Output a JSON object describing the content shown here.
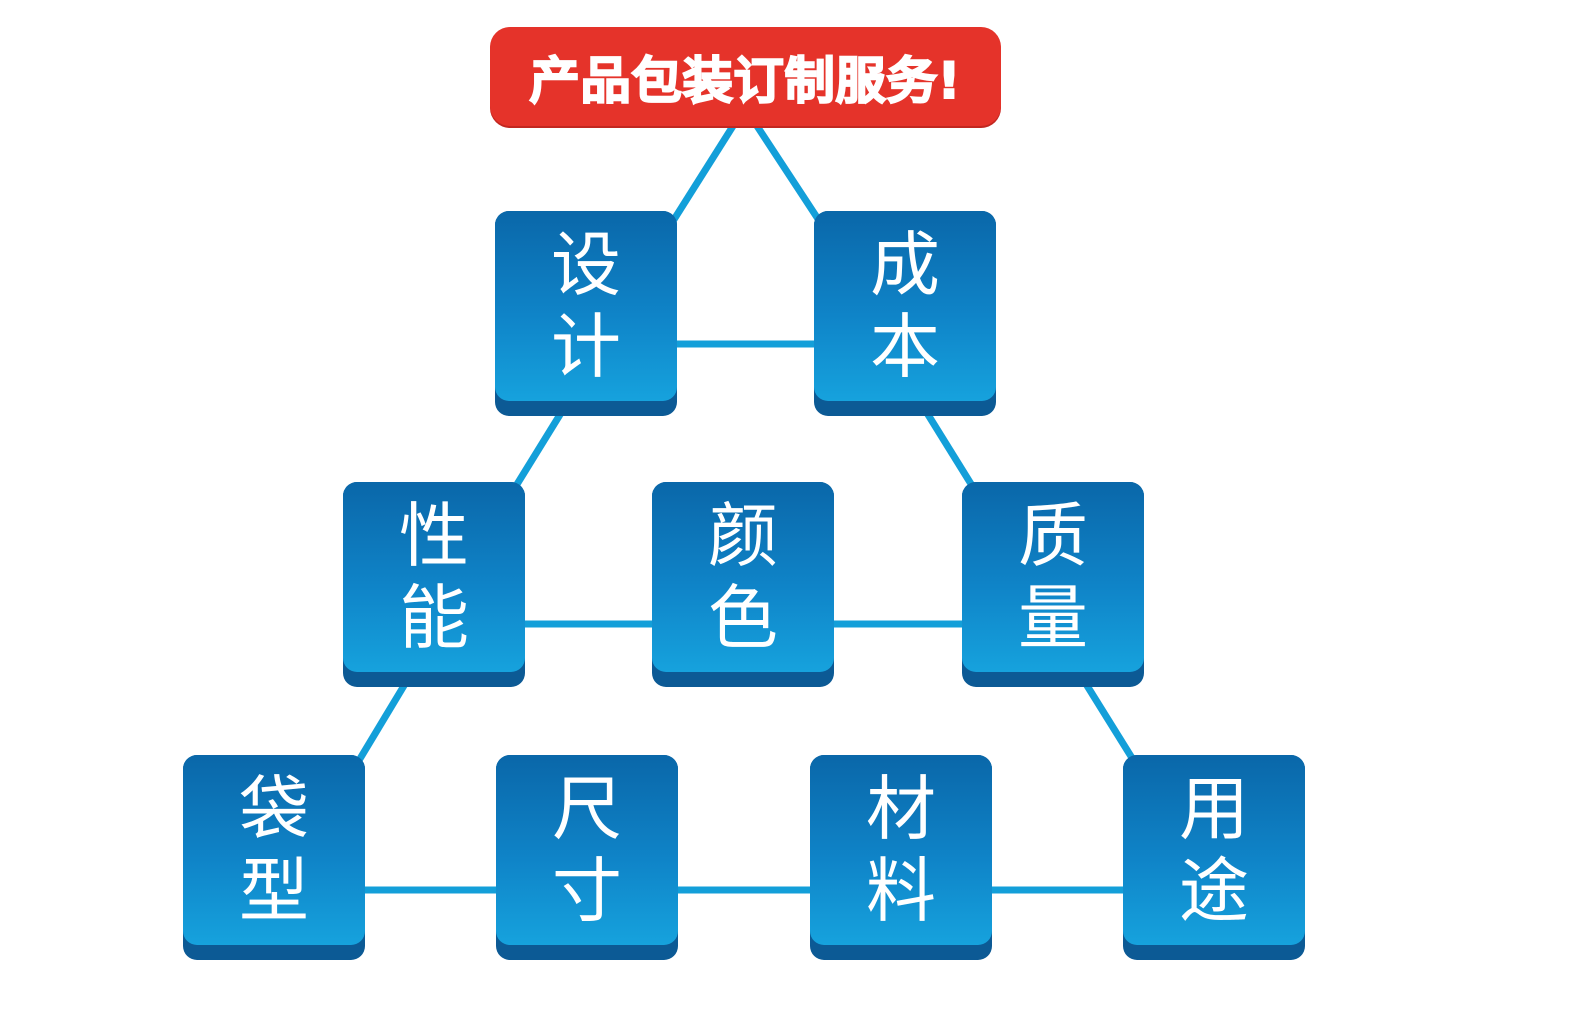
{
  "banner": {
    "title": "产品包装订制服务!"
  },
  "nodes": {
    "design": {
      "line1": "设",
      "line2": "计"
    },
    "cost": {
      "line1": "成",
      "line2": "本"
    },
    "perf": {
      "line1": "性",
      "line2": "能"
    },
    "color": {
      "line1": "颜",
      "line2": "色"
    },
    "quality": {
      "line1": "质",
      "line2": "量"
    },
    "bagtype": {
      "line1": "袋",
      "line2": "型"
    },
    "size": {
      "line1": "尺",
      "line2": "寸"
    },
    "material": {
      "line1": "材",
      "line2": "料"
    },
    "usage": {
      "line1": "用",
      "line2": "途"
    }
  },
  "colors": {
    "banner": "#e5332a",
    "node_top": "#0a67a9",
    "node_bottom": "#16a2dd",
    "node_base": "#0c5a95",
    "connector": "#139fd9",
    "text": "#ffffff"
  }
}
